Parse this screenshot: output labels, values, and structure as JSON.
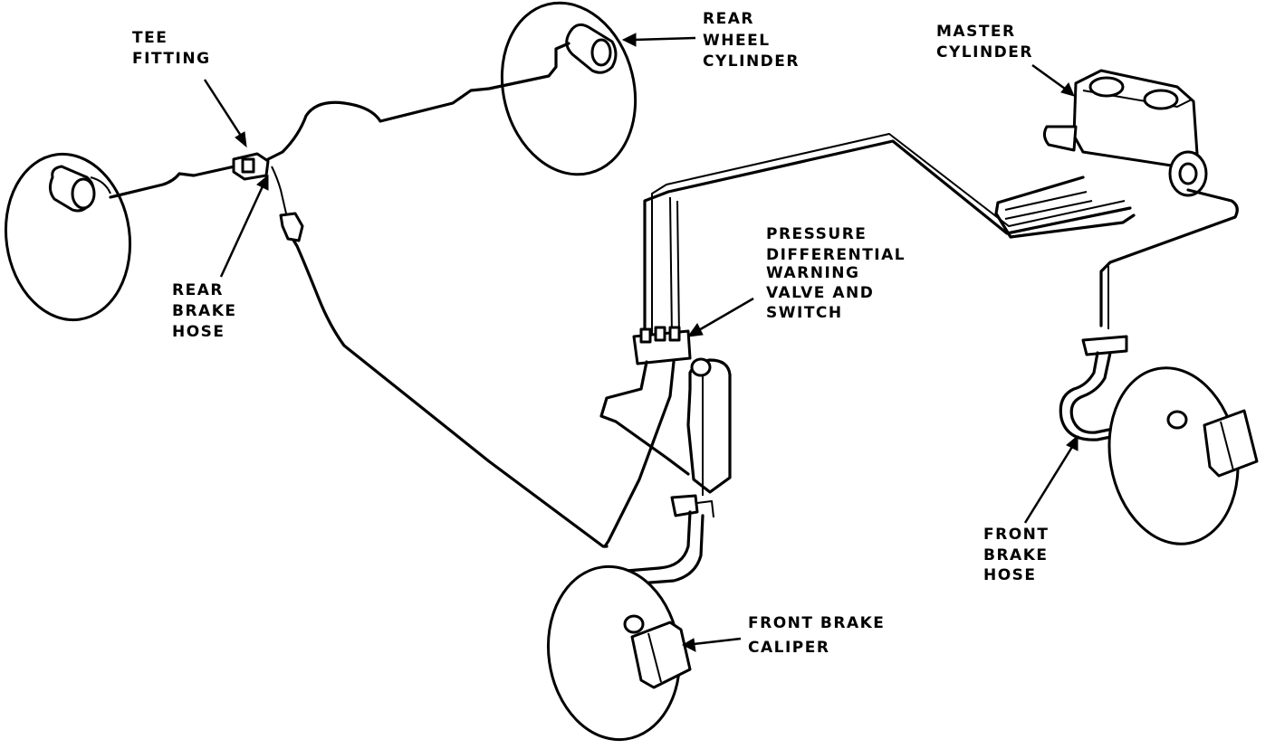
{
  "labels": {
    "tee_fitting": [
      "TEE",
      "FITTING"
    ],
    "rear_wheel_cylinder": [
      "REAR",
      "WHEEL",
      "CYLINDER"
    ],
    "master_cylinder": [
      "MASTER",
      "CYLINDER"
    ],
    "rear_brake_hose": [
      "REAR",
      "BRAKE",
      "HOSE"
    ],
    "pressure_valve": [
      "PRESSURE",
      "DIFFERENTIAL",
      "WARNING",
      "VALVE AND",
      "SWITCH"
    ],
    "front_brake_hose": [
      "FRONT",
      "BRAKE",
      "HOSE"
    ],
    "front_brake_caliper": [
      "FRONT BRAKE",
      "CALIPER"
    ]
  },
  "colors": {
    "ink": "#000000",
    "paper": "#ffffff"
  }
}
